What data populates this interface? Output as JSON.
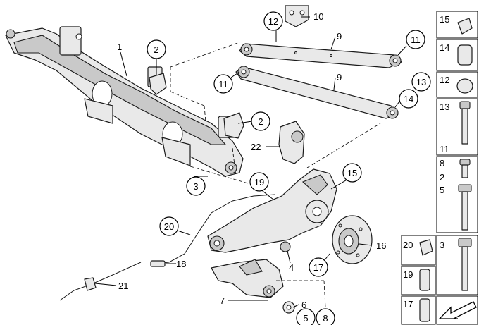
{
  "diagram": {
    "callouts": [
      {
        "id": "c1",
        "label": "1"
      },
      {
        "id": "c2a",
        "label": "2"
      },
      {
        "id": "c2b",
        "label": "2"
      },
      {
        "id": "c3",
        "label": "3"
      },
      {
        "id": "c4",
        "label": "4"
      },
      {
        "id": "c5",
        "label": "5"
      },
      {
        "id": "c6",
        "label": "6"
      },
      {
        "id": "c7",
        "label": "7"
      },
      {
        "id": "c8",
        "label": "8"
      },
      {
        "id": "c9a",
        "label": "9"
      },
      {
        "id": "c9b",
        "label": "9"
      },
      {
        "id": "c10",
        "label": "10"
      },
      {
        "id": "c11a",
        "label": "11"
      },
      {
        "id": "c11b",
        "label": "11"
      },
      {
        "id": "c12",
        "label": "12"
      },
      {
        "id": "c13",
        "label": "13"
      },
      {
        "id": "c14",
        "label": "14"
      },
      {
        "id": "c15",
        "label": "15"
      },
      {
        "id": "c16",
        "label": "16"
      },
      {
        "id": "c17",
        "label": "17"
      },
      {
        "id": "c18",
        "label": "18"
      },
      {
        "id": "c19",
        "label": "19"
      },
      {
        "id": "c20",
        "label": "20"
      },
      {
        "id": "c21",
        "label": "21"
      },
      {
        "id": "c22",
        "label": "22"
      }
    ],
    "side_panel": [
      {
        "id": "p15",
        "label": "15"
      },
      {
        "id": "p14",
        "label": "14"
      },
      {
        "id": "p12",
        "label": "12"
      },
      {
        "id": "p13",
        "label": "13"
      },
      {
        "id": "p11",
        "label": "11"
      },
      {
        "id": "p8",
        "label": "8"
      },
      {
        "id": "p2",
        "label": "2"
      },
      {
        "id": "p5",
        "label": "5"
      },
      {
        "id": "p20",
        "label": "20"
      },
      {
        "id": "p3",
        "label": "3"
      },
      {
        "id": "p19",
        "label": "19"
      },
      {
        "id": "p17",
        "label": "17"
      }
    ],
    "colors": {
      "line": "#000000",
      "part_fill": "#e9e9e9",
      "part_shade": "#c9c9c9",
      "background": "#ffffff"
    },
    "icons": [
      "arrow-icon"
    ]
  }
}
